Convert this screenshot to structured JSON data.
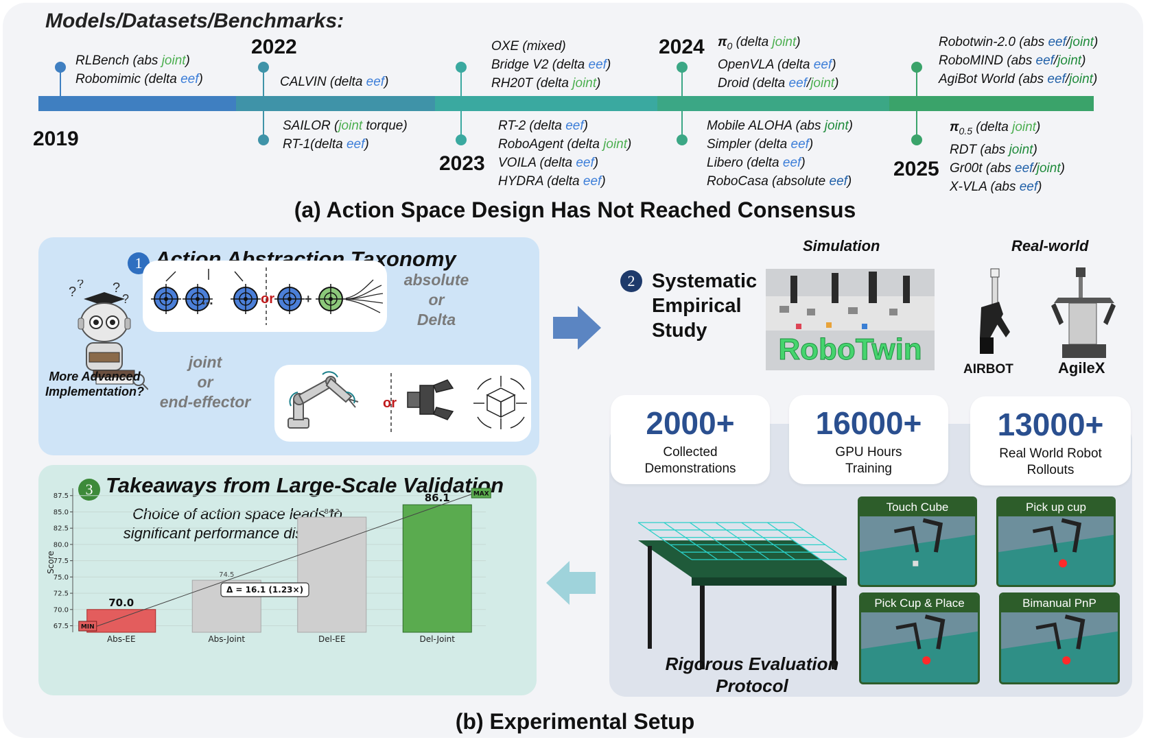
{
  "header": "Models/Datasets/Benchmarks:",
  "timeline": {
    "years": [
      "2019",
      "2022",
      "2023",
      "2024",
      "2025"
    ],
    "segment_colors": [
      "#3f7fc1",
      "#3f93a8",
      "#3aa9a0",
      "#3ba785",
      "#3aa36a"
    ],
    "entries_2019": [
      {
        "pre": "RLBench (abs ",
        "parts": [
          {
            "t": "joint",
            "c": "joint"
          }
        ],
        "post": ")"
      },
      {
        "pre": "Robomimic (delta ",
        "parts": [
          {
            "t": "eef",
            "c": "eef"
          }
        ],
        "post": ")"
      }
    ],
    "entries_2022_top": [
      {
        "pre": "CALVIN (delta ",
        "parts": [
          {
            "t": "eef",
            "c": "eef"
          }
        ],
        "post": ")"
      }
    ],
    "entries_2022_bottom": [
      {
        "pre": "SAILOR (",
        "parts": [
          {
            "t": "joint",
            "c": "joint"
          }
        ],
        "post": " torque)"
      },
      {
        "pre": "RT-1(delta ",
        "parts": [
          {
            "t": "eef",
            "c": "eef"
          }
        ],
        "post": ")"
      }
    ],
    "entries_2023_top": [
      {
        "pre": "OXE (mixed)",
        "parts": [],
        "post": ""
      },
      {
        "pre": "Bridge V2 (delta ",
        "parts": [
          {
            "t": "eef",
            "c": "eef"
          }
        ],
        "post": ")"
      },
      {
        "pre": "RH20T (delta ",
        "parts": [
          {
            "t": "joint",
            "c": "joint"
          }
        ],
        "post": ")"
      }
    ],
    "entries_2023_bottom": [
      {
        "pre": "RT-2 (delta ",
        "parts": [
          {
            "t": "eef",
            "c": "eef"
          }
        ],
        "post": ")"
      },
      {
        "pre": "RoboAgent (delta ",
        "parts": [
          {
            "t": "joint",
            "c": "joint"
          }
        ],
        "post": ")"
      },
      {
        "pre": "VOILA (delta ",
        "parts": [
          {
            "t": "eef",
            "c": "eef"
          }
        ],
        "post": ")"
      },
      {
        "pre": "HYDRA (delta ",
        "parts": [
          {
            "t": "eef",
            "c": "eef"
          }
        ],
        "post": ")"
      }
    ],
    "entries_2024_top": [
      {
        "pre": "π",
        "sub": "0",
        "mid": " (delta ",
        "parts": [
          {
            "t": "joint",
            "c": "joint"
          }
        ],
        "post": ")"
      },
      {
        "pre": "OpenVLA (delta ",
        "parts": [
          {
            "t": "eef",
            "c": "eef"
          }
        ],
        "post": ")"
      },
      {
        "pre": "Droid (delta ",
        "parts": [
          {
            "t": "eef",
            "c": "eef"
          },
          {
            "t": "/",
            "c": ""
          },
          {
            "t": "joint",
            "c": "joint"
          }
        ],
        "post": ")"
      }
    ],
    "entries_2024_bottom": [
      {
        "pre": "Mobile ALOHA (abs ",
        "parts": [
          {
            "t": "joint",
            "c": "jdk"
          }
        ],
        "post": ")"
      },
      {
        "pre": "Simpler (delta ",
        "parts": [
          {
            "t": "eef",
            "c": "eef"
          }
        ],
        "post": ")"
      },
      {
        "pre": "Libero (delta ",
        "parts": [
          {
            "t": "eef",
            "c": "eef"
          }
        ],
        "post": ")"
      },
      {
        "pre": "RoboCasa (absolute ",
        "parts": [
          {
            "t": "eef",
            "c": "edk"
          }
        ],
        "post": ")"
      }
    ],
    "entries_2025_top": [
      {
        "pre": "Robotwin-2.0 (abs ",
        "parts": [
          {
            "t": "eef",
            "c": "edk"
          },
          {
            "t": "/",
            "c": ""
          },
          {
            "t": "joint",
            "c": "jdk"
          }
        ],
        "post": ")"
      },
      {
        "pre": "RoboMIND (abs ",
        "parts": [
          {
            "t": "eef",
            "c": "edk"
          },
          {
            "t": "/",
            "c": ""
          },
          {
            "t": "joint",
            "c": "jdk"
          }
        ],
        "post": ")"
      },
      {
        "pre": "AgiBot World (abs ",
        "parts": [
          {
            "t": "eef",
            "c": "edk"
          },
          {
            "t": "/",
            "c": ""
          },
          {
            "t": "joint",
            "c": "jdk"
          }
        ],
        "post": ")"
      }
    ],
    "entries_2025_bottom": [
      {
        "pre": "π",
        "sub": "0.5",
        "mid": " (delta ",
        "parts": [
          {
            "t": "joint",
            "c": "joint"
          }
        ],
        "post": ")"
      },
      {
        "pre": "RDT (abs ",
        "parts": [
          {
            "t": "joint",
            "c": "jdk"
          }
        ],
        "post": ")"
      },
      {
        "pre": "Gr00t (abs ",
        "parts": [
          {
            "t": "eef",
            "c": "edk"
          },
          {
            "t": "/",
            "c": ""
          },
          {
            "t": "joint",
            "c": "jdk"
          }
        ],
        "post": ")"
      },
      {
        "pre": "X-VLA (abs ",
        "parts": [
          {
            "t": "eef",
            "c": "edk"
          }
        ],
        "post": ")"
      }
    ]
  },
  "title_a": "(a) Action Space Design Has Not Reached Consensus",
  "title_b": "(b) Experimental Setup",
  "panel1": {
    "num": "1",
    "title": "Action Abstraction Taxonomy",
    "question": "More Advanced Implementation?",
    "abs_label": [
      "absolute",
      "or",
      "Delta"
    ],
    "joint_label": [
      "joint",
      "or",
      "end-effector"
    ],
    "or_text": "or",
    "ellipsis": "...",
    "plus": "+"
  },
  "panel2": {
    "num": "2",
    "title": [
      "Systematic",
      "Empirical",
      "Study"
    ],
    "sim_label": "Simulation",
    "real_label": "Real-world",
    "robotwin_logo": "RoboTwin",
    "robots": [
      "AIRBOT",
      "AgileX"
    ],
    "stats": [
      {
        "value": "2000+",
        "label": [
          "Collected",
          "Demonstrations"
        ]
      },
      {
        "value": "16000+",
        "label": [
          "GPU Hours",
          "Training"
        ]
      },
      {
        "value": "13000+",
        "label": [
          "Real World Robot",
          "Rollouts"
        ]
      }
    ],
    "protocol": [
      "Rigorous Evaluation",
      "Protocol"
    ],
    "tasks": [
      "Touch Cube",
      "Pick up cup",
      "Pick Cup & Place",
      "Bimanual PnP"
    ]
  },
  "panel3": {
    "num": "3",
    "title": "Takeaways from Large-Scale Validation",
    "subtitle": [
      "Choice of action space leads to",
      "significant performance disparities"
    ]
  },
  "chart_data": {
    "type": "bar",
    "categories": [
      "Abs-EE",
      "Abs-Joint",
      "Del-EE",
      "Del-Joint"
    ],
    "values": [
      70.0,
      74.5,
      84.2,
      86.1
    ],
    "value_labels": [
      "70.0",
      "74.5",
      "84.2",
      "86.1"
    ],
    "colors": [
      "#e35d5d",
      "#cfcfcf",
      "#cfcfcf",
      "#5aab4f"
    ],
    "edge_colors": [
      "#a82828",
      "#a8a8a8",
      "#a8a8a8",
      "#2e6b2a"
    ],
    "ylabel": "Score",
    "ylim": [
      66.5,
      88
    ],
    "yticks": [
      "67.5",
      "70.0",
      "72.5",
      "75.0",
      "77.5",
      "80.0",
      "82.5",
      "85.0",
      "87.5"
    ],
    "ytick_values": [
      67.5,
      70.0,
      72.5,
      75.0,
      77.5,
      80.0,
      82.5,
      85.0,
      87.5
    ],
    "grid": true,
    "min_tag": "MIN",
    "max_tag": "MAX",
    "delta_annotation": "Δ = 16.1   (1.23×)"
  }
}
